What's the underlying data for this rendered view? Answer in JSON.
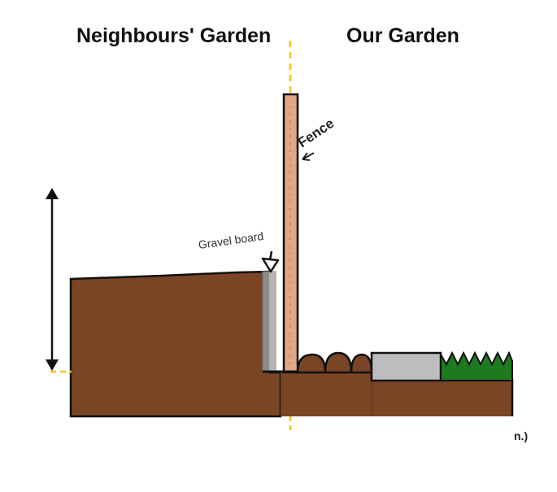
{
  "headings": {
    "left": "Neighbours' Garden",
    "right": "Our Garden"
  },
  "labels": {
    "fence": "Fence",
    "gravel_board": "Gravel board",
    "unit_fragment": "n.)"
  },
  "colors": {
    "soil": "#7a4525",
    "fence_post": "#dfa884",
    "gravel_board": "#8c8c8c",
    "paving_slab": "#bdbdbd",
    "grass": "#1e7a1e",
    "guide_line": "#f5c518",
    "outline": "#111111"
  }
}
